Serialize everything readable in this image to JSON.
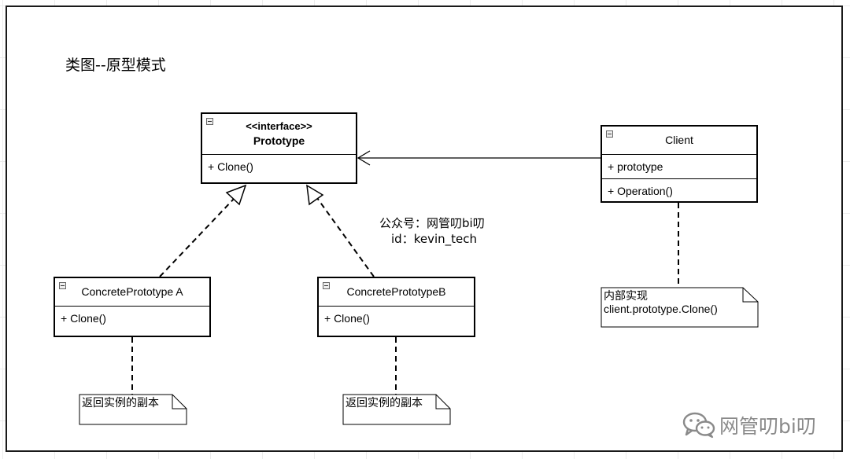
{
  "diagram": {
    "title": "类图--原型模式",
    "prototype_interface": {
      "stereotype": "<<interface>>",
      "name": "Prototype",
      "operations": [
        "+ Clone()"
      ]
    },
    "client": {
      "name": "Client",
      "attributes": [
        "+ prototype"
      ],
      "operations": [
        "+ Operation()"
      ]
    },
    "concrete_a": {
      "name": "ConcretePrototype A",
      "operations": [
        "+ Clone()"
      ]
    },
    "concrete_b": {
      "name": "ConcretePrototypeB",
      "operations": [
        "+ Clone()"
      ]
    },
    "notes": {
      "client_note": [
        "内部实现",
        "client.prototype.Clone()"
      ],
      "a_note": "返回实例的副本",
      "b_note": "返回实例的副本"
    },
    "credit": {
      "line1": "公众号：网管叨bi叨",
      "line2": "id：kevin_tech"
    },
    "watermark": {
      "text": "网管叨bi叨",
      "icon": "wechat-icon"
    }
  }
}
